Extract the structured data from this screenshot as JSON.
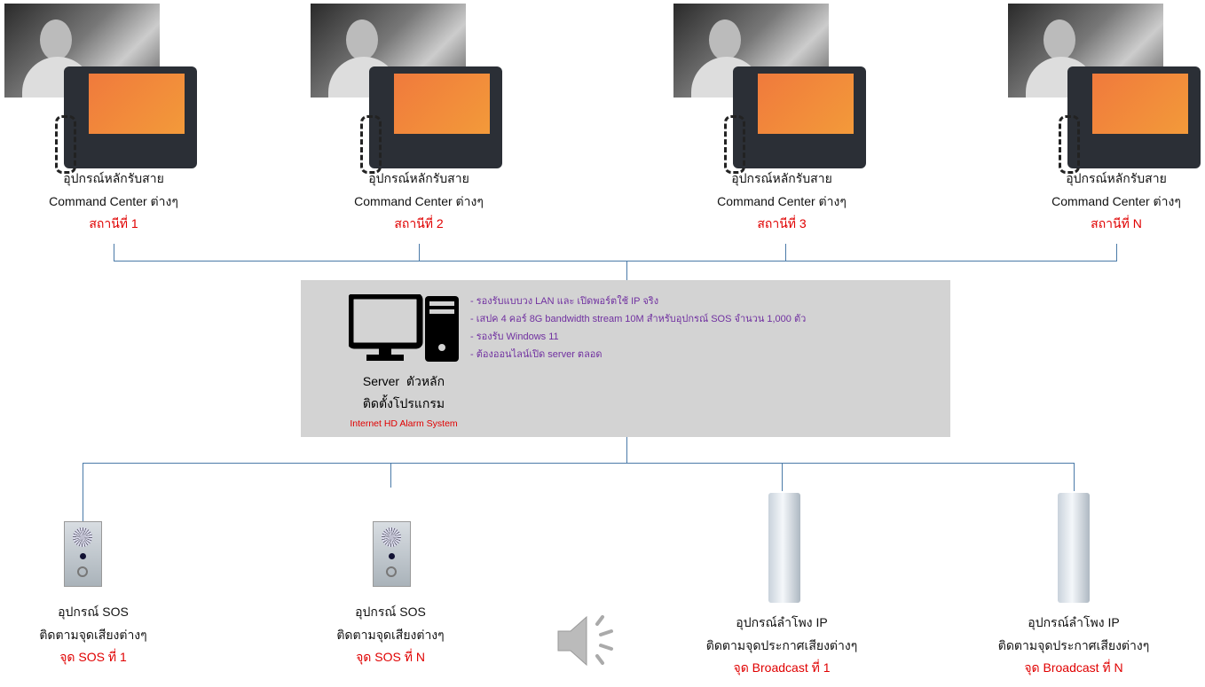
{
  "stations": [
    {
      "line1": "อุปกรณ์หลักรับสาย",
      "line2": "Command Center ต่างๆ",
      "name": "สถานีที่ 1"
    },
    {
      "line1": "อุปกรณ์หลักรับสาย",
      "line2": "Command Center ต่างๆ",
      "name": "สถานีที่ 2"
    },
    {
      "line1": "อุปกรณ์หลักรับสาย",
      "line2": "Command Center ต่างๆ",
      "name": "สถานีที่ 3"
    },
    {
      "line1": "อุปกรณ์หลักรับสาย",
      "line2": "Command Center ต่างๆ",
      "name": "สถานีที่ N"
    }
  ],
  "server": {
    "title": "Server  ตัวหลัก",
    "subtitle": "ติดตั้งโปรแกรม",
    "software": "Internet HD Alarm System",
    "specs": [
      "- รองรับแบบวง LAN และ เปิดพอร์ตใช้ IP จริง",
      "- เสปค 4 คอร์ 8G bandwidth stream 10M สำหรับอุปกรณ์ SOS จำนวน 1,000 ตัว",
      "- รองรับ Windows 11",
      "- ต้องออนไลน์เปิด server ตลอด"
    ]
  },
  "sos": [
    {
      "line1": "อุปกรณ์ SOS",
      "line2": "ติดตามจุดเสียงต่างๆ",
      "name": "จุด SOS ที่ 1"
    },
    {
      "line1": "อุปกรณ์ SOS",
      "line2": "ติดตามจุดเสียงต่างๆ",
      "name": "จุด SOS ที่ N"
    }
  ],
  "speakers": [
    {
      "line1": "อุปกรณ์ลำโพง IP",
      "line2": "ติดตามจุดประกาศเสียงต่างๆ",
      "name": "จุด Broadcast ที่ 1"
    },
    {
      "line1": "อุปกรณ์ลำโพง IP",
      "line2": "ติดตามจุดประกาศเสียงต่างๆ",
      "name": "จุด Broadcast ที่ N"
    }
  ],
  "colors": {
    "accent": "#e00000",
    "spec": "#7030a0",
    "line": "#4a7aa8"
  }
}
